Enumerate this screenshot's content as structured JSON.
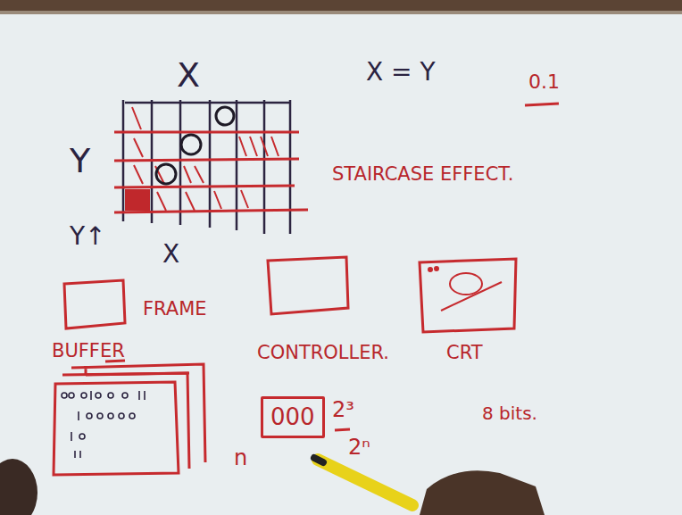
{
  "diagram": {
    "nodes": [
      {
        "text": [
          "000"
        ]
      }
    ],
    "labels": [
      "X",
      "X = Y",
      "0.1",
      "Y",
      "STAIRCASE EFFECT.",
      "Y↑",
      "X",
      "FRAME",
      "BUFFER",
      "CONTROLLER.",
      "CRT",
      "2³",
      "2ⁿ",
      "n",
      "8 bits."
    ]
  }
}
